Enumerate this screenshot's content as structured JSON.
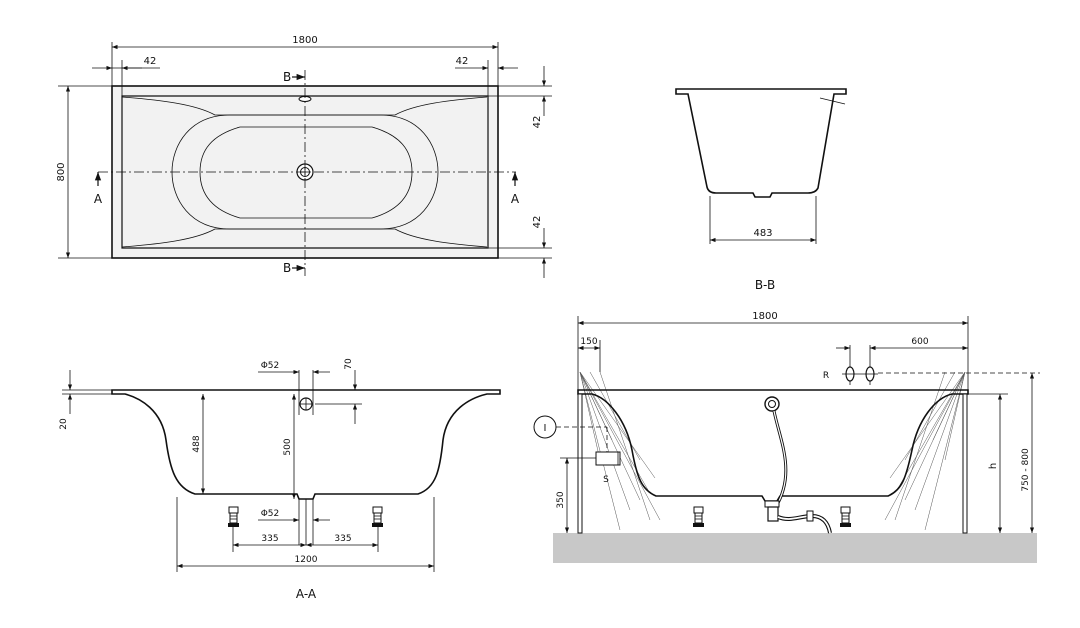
{
  "top_view": {
    "length": "1800",
    "rim_left": "42",
    "rim_right": "42",
    "width": "800",
    "rim_top": "42",
    "rim_bottom": "42",
    "section_a_left": "A",
    "section_a_right": "A",
    "section_b_top": "B",
    "section_b_bottom": "B"
  },
  "section_bb": {
    "base_width": "483",
    "title": "B-B"
  },
  "section_aa": {
    "rim_thickness": "20",
    "overflow_diameter": "Φ52",
    "overflow_height": "70",
    "depth_488": "488",
    "depth_500": "500",
    "drain_diameter": "Φ52",
    "foot_left": "335",
    "foot_right": "335",
    "bottom_length": "1200",
    "title": "A-A"
  },
  "side_view": {
    "length": "1800",
    "left_offset": "150",
    "right_offset": "600",
    "label_r": "R",
    "label_s": "S",
    "label_i": "I",
    "height_350": "350",
    "height_h": "h",
    "total_height": "750 - 800"
  },
  "colors": {
    "tub_fill": "#e9e9e9",
    "floor": "#c8c8c8",
    "line": "#111111"
  }
}
